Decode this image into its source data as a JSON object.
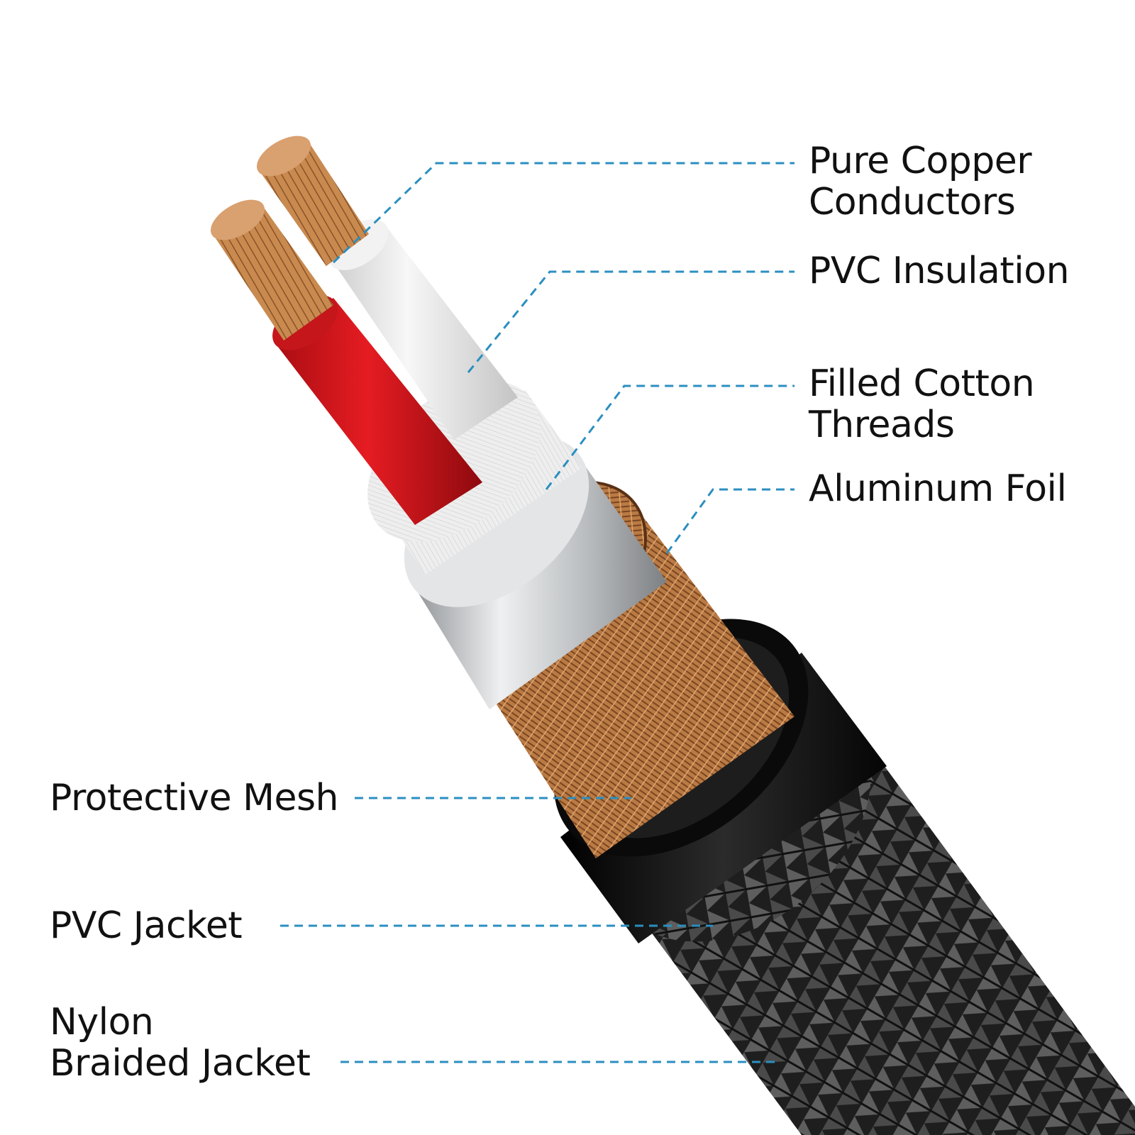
{
  "callouts": {
    "copper": {
      "line1": "Pure Copper",
      "line2": "Conductors"
    },
    "insulation": {
      "line1": "PVC Insulation"
    },
    "cotton": {
      "line1": "Filled Cotton",
      "line2": "Threads"
    },
    "foil": {
      "line1": "Aluminum Foil"
    },
    "mesh": {
      "line1": "Protective Mesh"
    },
    "jacket": {
      "line1": "PVC Jacket"
    },
    "braided": {
      "line1": "Nylon",
      "line2": "Braided Jacket"
    }
  },
  "colors": {
    "leader_line": "#2b8fc0",
    "red_insulation": "#d8141a",
    "white_insulation": "#e8e8e8",
    "copper": "#c98a4f",
    "foil": "#c9cbcd",
    "pvc_jacket": "#111111",
    "braid": "#2a2a2a"
  }
}
